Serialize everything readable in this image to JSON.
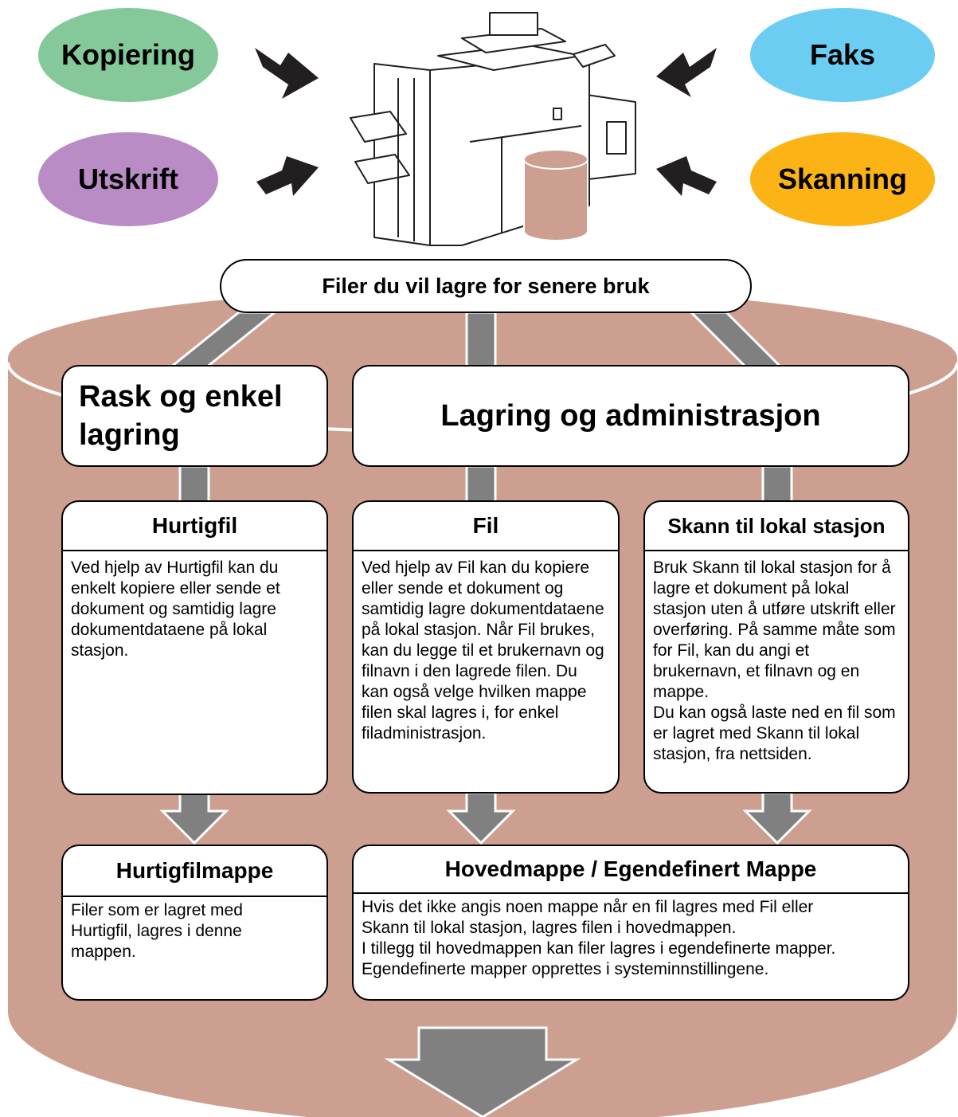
{
  "sources": {
    "copy": "Kopiering",
    "fax": "Faks",
    "print": "Utskrift",
    "scan": "Skanning"
  },
  "header_label": "Filer du vil lagre for senere bruk",
  "categories": {
    "quick": "Rask og enkel lagring",
    "quick_line1": "Rask og enkel",
    "quick_line2": "lagring",
    "managed": "Lagring og administrasjon"
  },
  "features": {
    "quick_file": {
      "title": "Hurtigfil",
      "desc": "Ved hjelp av Hurtigfil kan du enkelt kopiere eller sende et dokument og samtidig lagre dokumentdataene på lokal stasjon."
    },
    "file": {
      "title": "Fil",
      "desc": "Ved hjelp av Fil kan du kopiere eller sende et dokument og samtidig lagre dokumentdataene på lokal stasjon. Når Fil brukes, kan du legge til et brukernavn og filnavn i den lagrede filen. Du kan også velge hvilken mappe filen skal lagres i, for enkel filadministrasjon."
    },
    "scan_local": {
      "title": "Skann til lokal stasjon",
      "desc": "Bruk Skann til lokal stasjon for å lagre et dokument på lokal stasjon uten å utføre utskrift eller overføring. På samme måte som for Fil, kan du angi et brukernavn, et filnavn og en mappe.",
      "desc2": "Du kan også laste ned en fil som er lagret med Skann til lokal stasjon, fra nettsiden."
    }
  },
  "folders": {
    "quick_folder": {
      "title": "Hurtigfilmappe",
      "desc": "Filer som er lagret med Hurtigfil, lagres i denne mappen."
    },
    "main_folder": {
      "title": "Hovedmappe / Egendefinert Mappe",
      "line1": "Hvis det ikke angis noen mappe når en fil lagres med Fil eller",
      "line2": "Skann til lokal stasjon, lagres filen i hovedmappen.",
      "line3": "I tillegg til hovedmappen kan filer lagres i egendefinerte mapper.",
      "line4": "Egendefinerte mapper opprettes i systeminnstillingene."
    }
  },
  "colors": {
    "copy": "#85c99b",
    "fax": "#6ccdf2",
    "print": "#b98cc5",
    "scan": "#fbb316",
    "storage": "#cc9f91",
    "connector": "#808080",
    "arrow": "#231f20"
  }
}
